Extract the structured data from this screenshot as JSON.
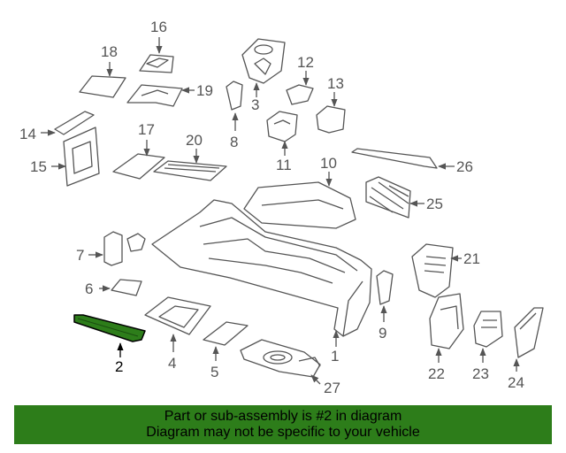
{
  "diagram": {
    "selected_part": "2",
    "callouts": [
      "1",
      "2",
      "3",
      "4",
      "5",
      "6",
      "7",
      "8",
      "9",
      "10",
      "11",
      "12",
      "13",
      "14",
      "15",
      "16",
      "17",
      "18",
      "19",
      "20",
      "21",
      "22",
      "23",
      "24",
      "25",
      "26",
      "27"
    ],
    "highlight_color": "#2d7d1a"
  },
  "banner": {
    "line1": "Part or sub-assembly is #2 in diagram",
    "line2": "Diagram may not be specific to your vehicle",
    "background": "#2d7d1a"
  }
}
